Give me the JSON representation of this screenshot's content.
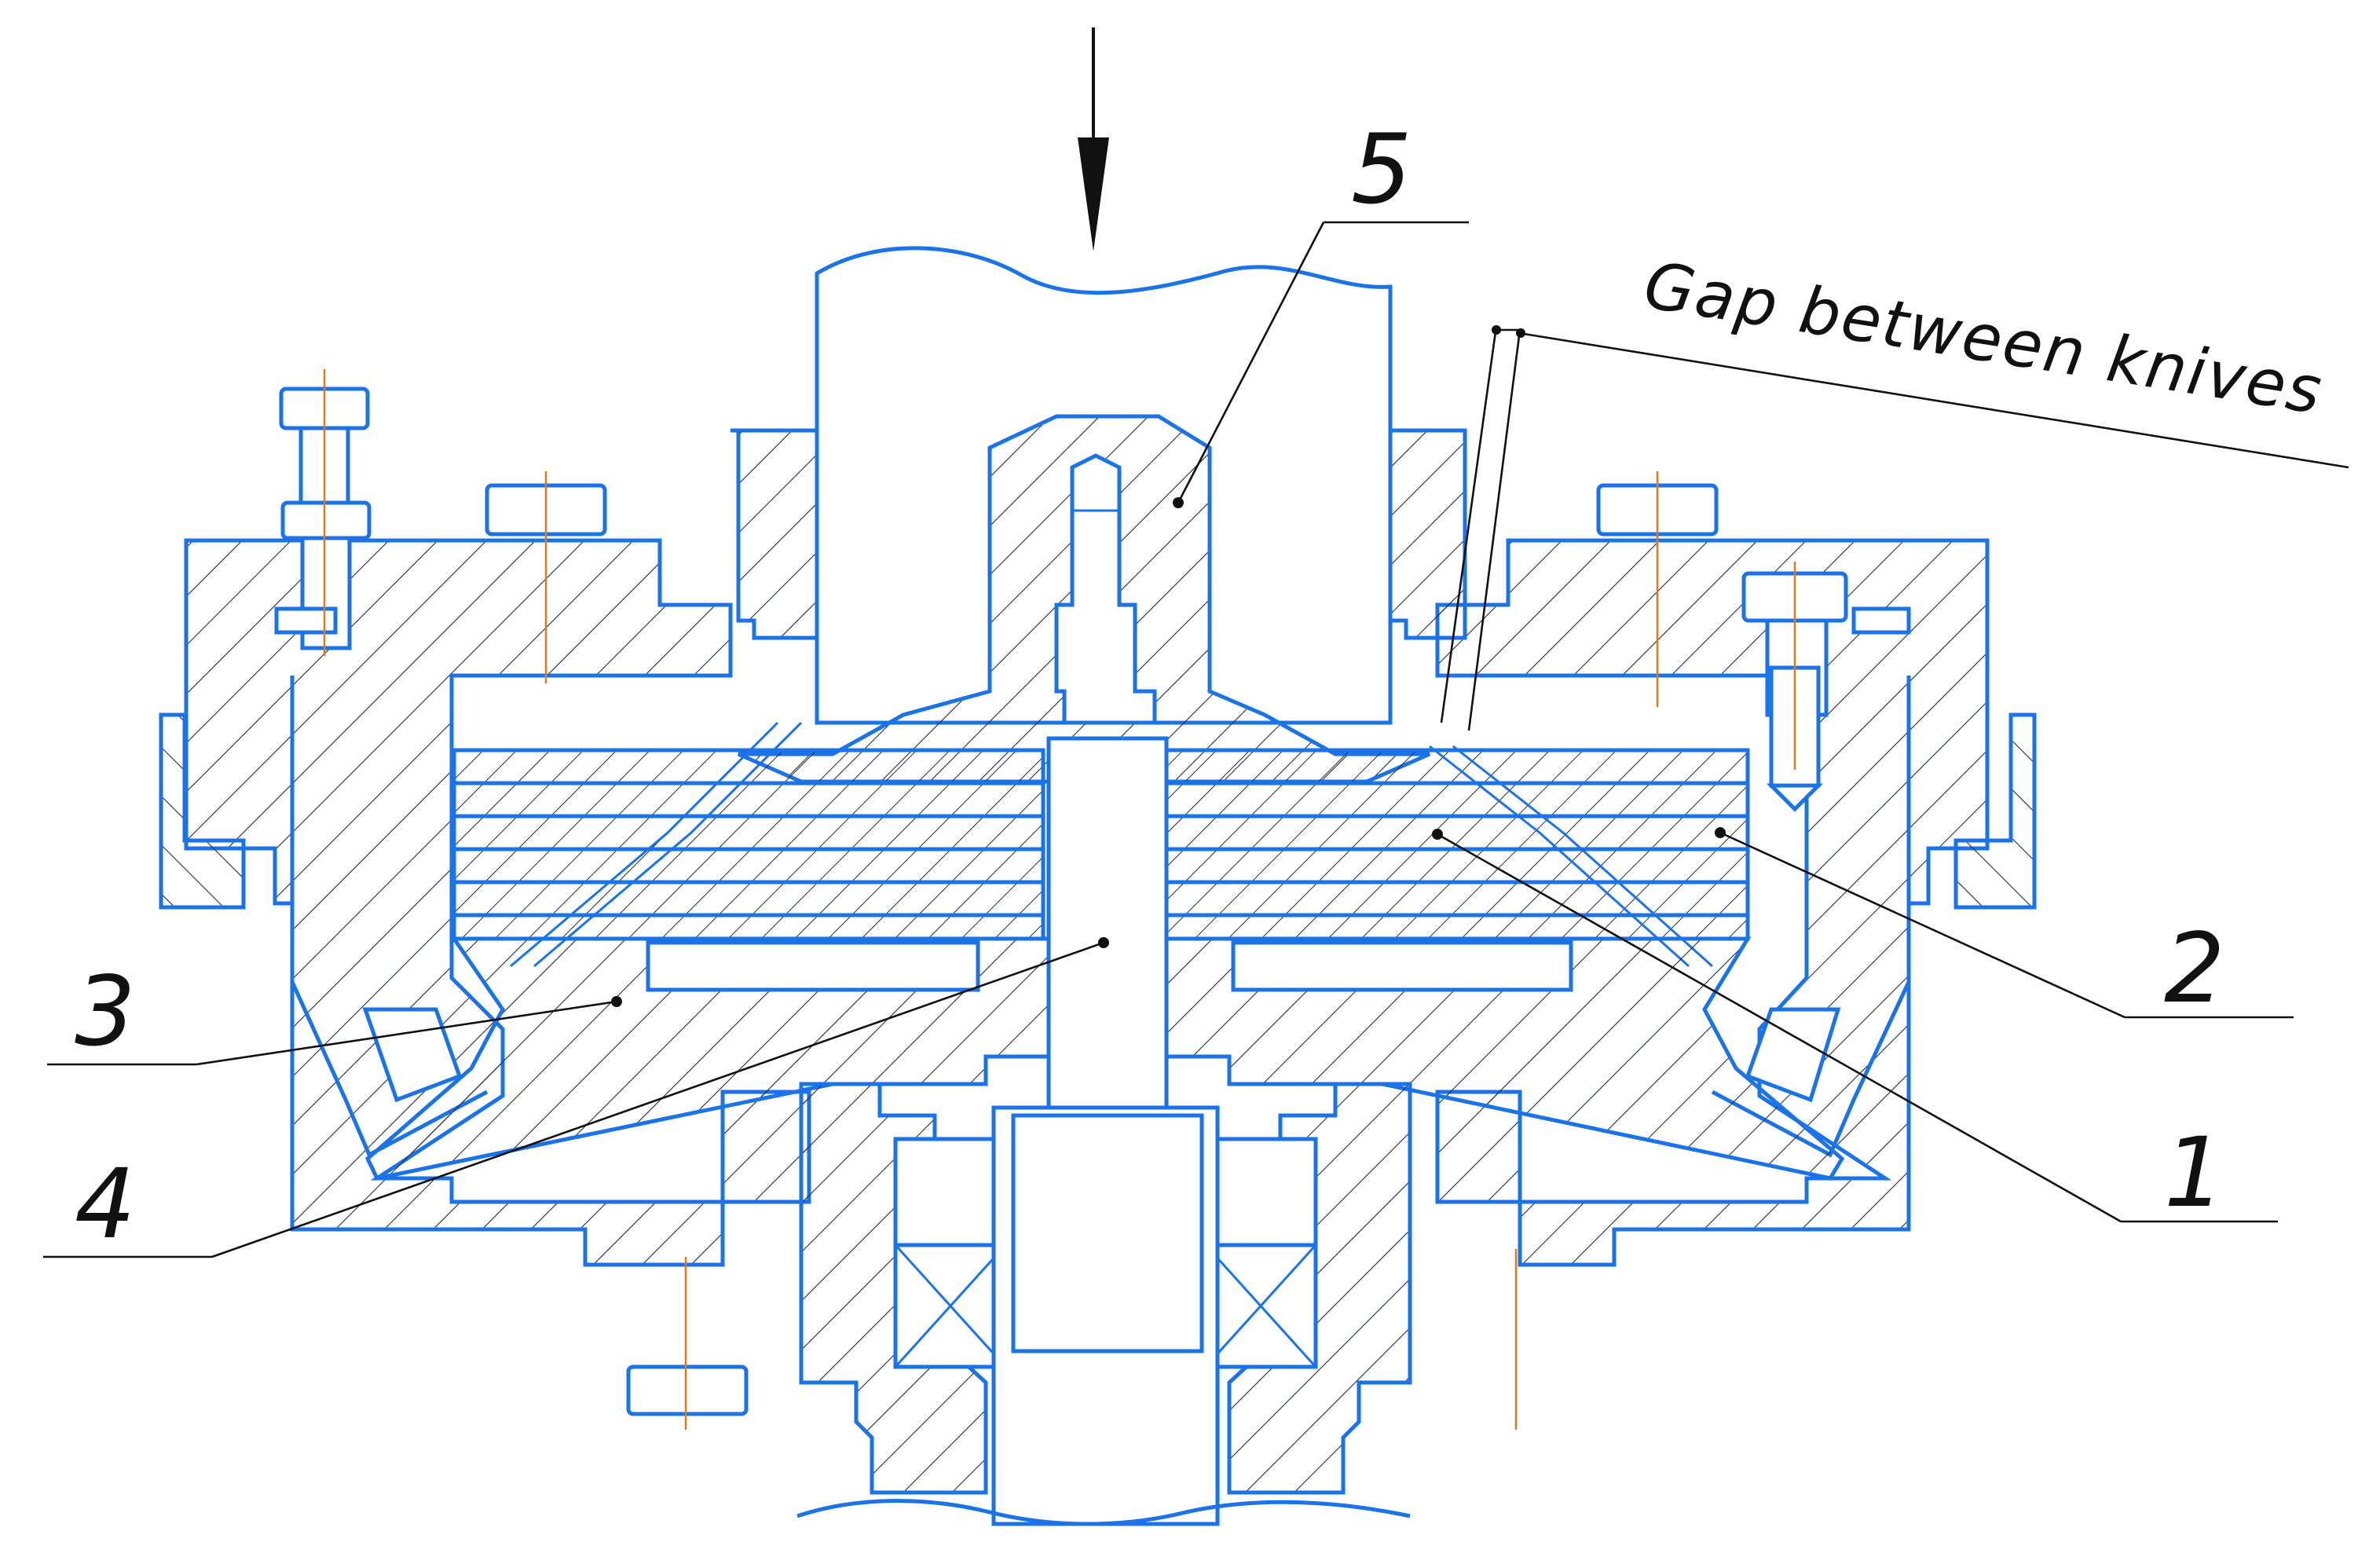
{
  "labels": {
    "part_1": "1",
    "part_2": "2",
    "part_3": "3",
    "part_4": "4",
    "part_5": "5",
    "gap_annotation": "Gap between knives"
  },
  "colors": {
    "part_outline": "#1a73e8",
    "hatch": "#1f2a3a",
    "centerline": "#e07a1f",
    "leader": "#111111",
    "background": "#ffffff"
  }
}
